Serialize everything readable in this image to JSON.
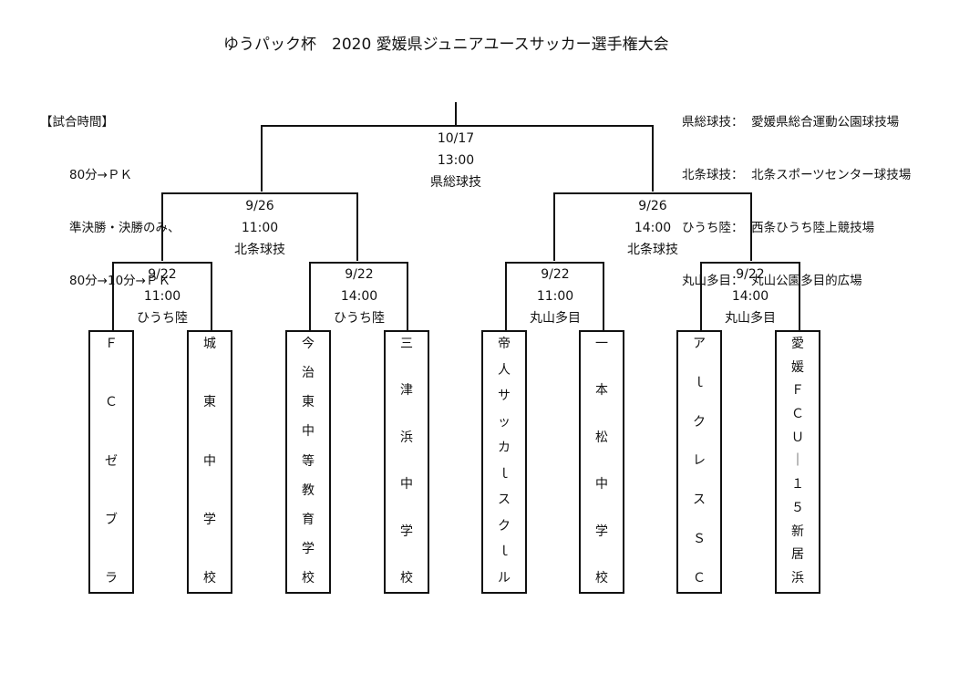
{
  "title": "ゆうパック杯　2020 愛媛県ジュニアユースサッカー選手権大会",
  "rules": {
    "heading": "【試合時間】",
    "lines": [
      "80分→ＰＫ",
      "準決勝・決勝のみ、",
      "80分→10分→ＰＫ"
    ]
  },
  "venues": [
    "県総球技：  愛媛県総合運動公園球技場",
    "北条球技：  北条スポーツセンター球技場",
    "ひうち陸：  西条ひうち陸上競技場",
    "丸山多目：  丸山公園多目的広場"
  ],
  "final": {
    "date": "10/17",
    "time": "13:00",
    "venue": "県総球技"
  },
  "semifinals": [
    {
      "date": "9/26",
      "time": "11:00",
      "venue": "北条球技"
    },
    {
      "date": "9/26",
      "time": "14:00",
      "venue": "北条球技"
    }
  ],
  "quarterfinals": [
    {
      "date": "9/22",
      "time": "11:00",
      "venue": "ひうち陸"
    },
    {
      "date": "9/22",
      "time": "14:00",
      "venue": "ひうち陸"
    },
    {
      "date": "9/22",
      "time": "11:00",
      "venue": "丸山多目"
    },
    {
      "date": "9/22",
      "time": "14:00",
      "venue": "丸山多目"
    }
  ],
  "teams": [
    {
      "name": "FCゼブラ",
      "chars": [
        "Ｆ",
        "Ｃ",
        "ゼ",
        "ブ",
        "ラ"
      ]
    },
    {
      "name": "城東中学校",
      "chars": [
        "城",
        "東",
        "中",
        "学",
        "校"
      ]
    },
    {
      "name": "今治東中等教育学校",
      "chars": [
        "今",
        "治",
        "東",
        "中",
        "等",
        "教",
        "育",
        "学",
        "校"
      ]
    },
    {
      "name": "三津浜中学校",
      "chars": [
        "三",
        "津",
        "浜",
        "中",
        "学",
        "校"
      ]
    },
    {
      "name": "帝人サッカースクール",
      "chars": [
        "帝",
        "人",
        "サ",
        "ッ",
        "カ",
        "ｌ",
        "ス",
        "ク",
        "ｌ",
        "ル"
      ]
    },
    {
      "name": "一本松中学校",
      "chars": [
        "一",
        "本",
        "松",
        "中",
        "学",
        "校"
      ]
    },
    {
      "name": "アークレスSC",
      "chars": [
        "ア",
        "ｌ",
        "ク",
        "レ",
        "ス",
        "Ｓ",
        "Ｃ"
      ]
    },
    {
      "name": "愛媛FCU-15新居浜",
      "chars": [
        "愛",
        "媛",
        "Ｆ",
        "Ｃ",
        "Ｕ",
        "｜",
        "１",
        "５",
        "新",
        "居",
        "浜"
      ]
    }
  ]
}
